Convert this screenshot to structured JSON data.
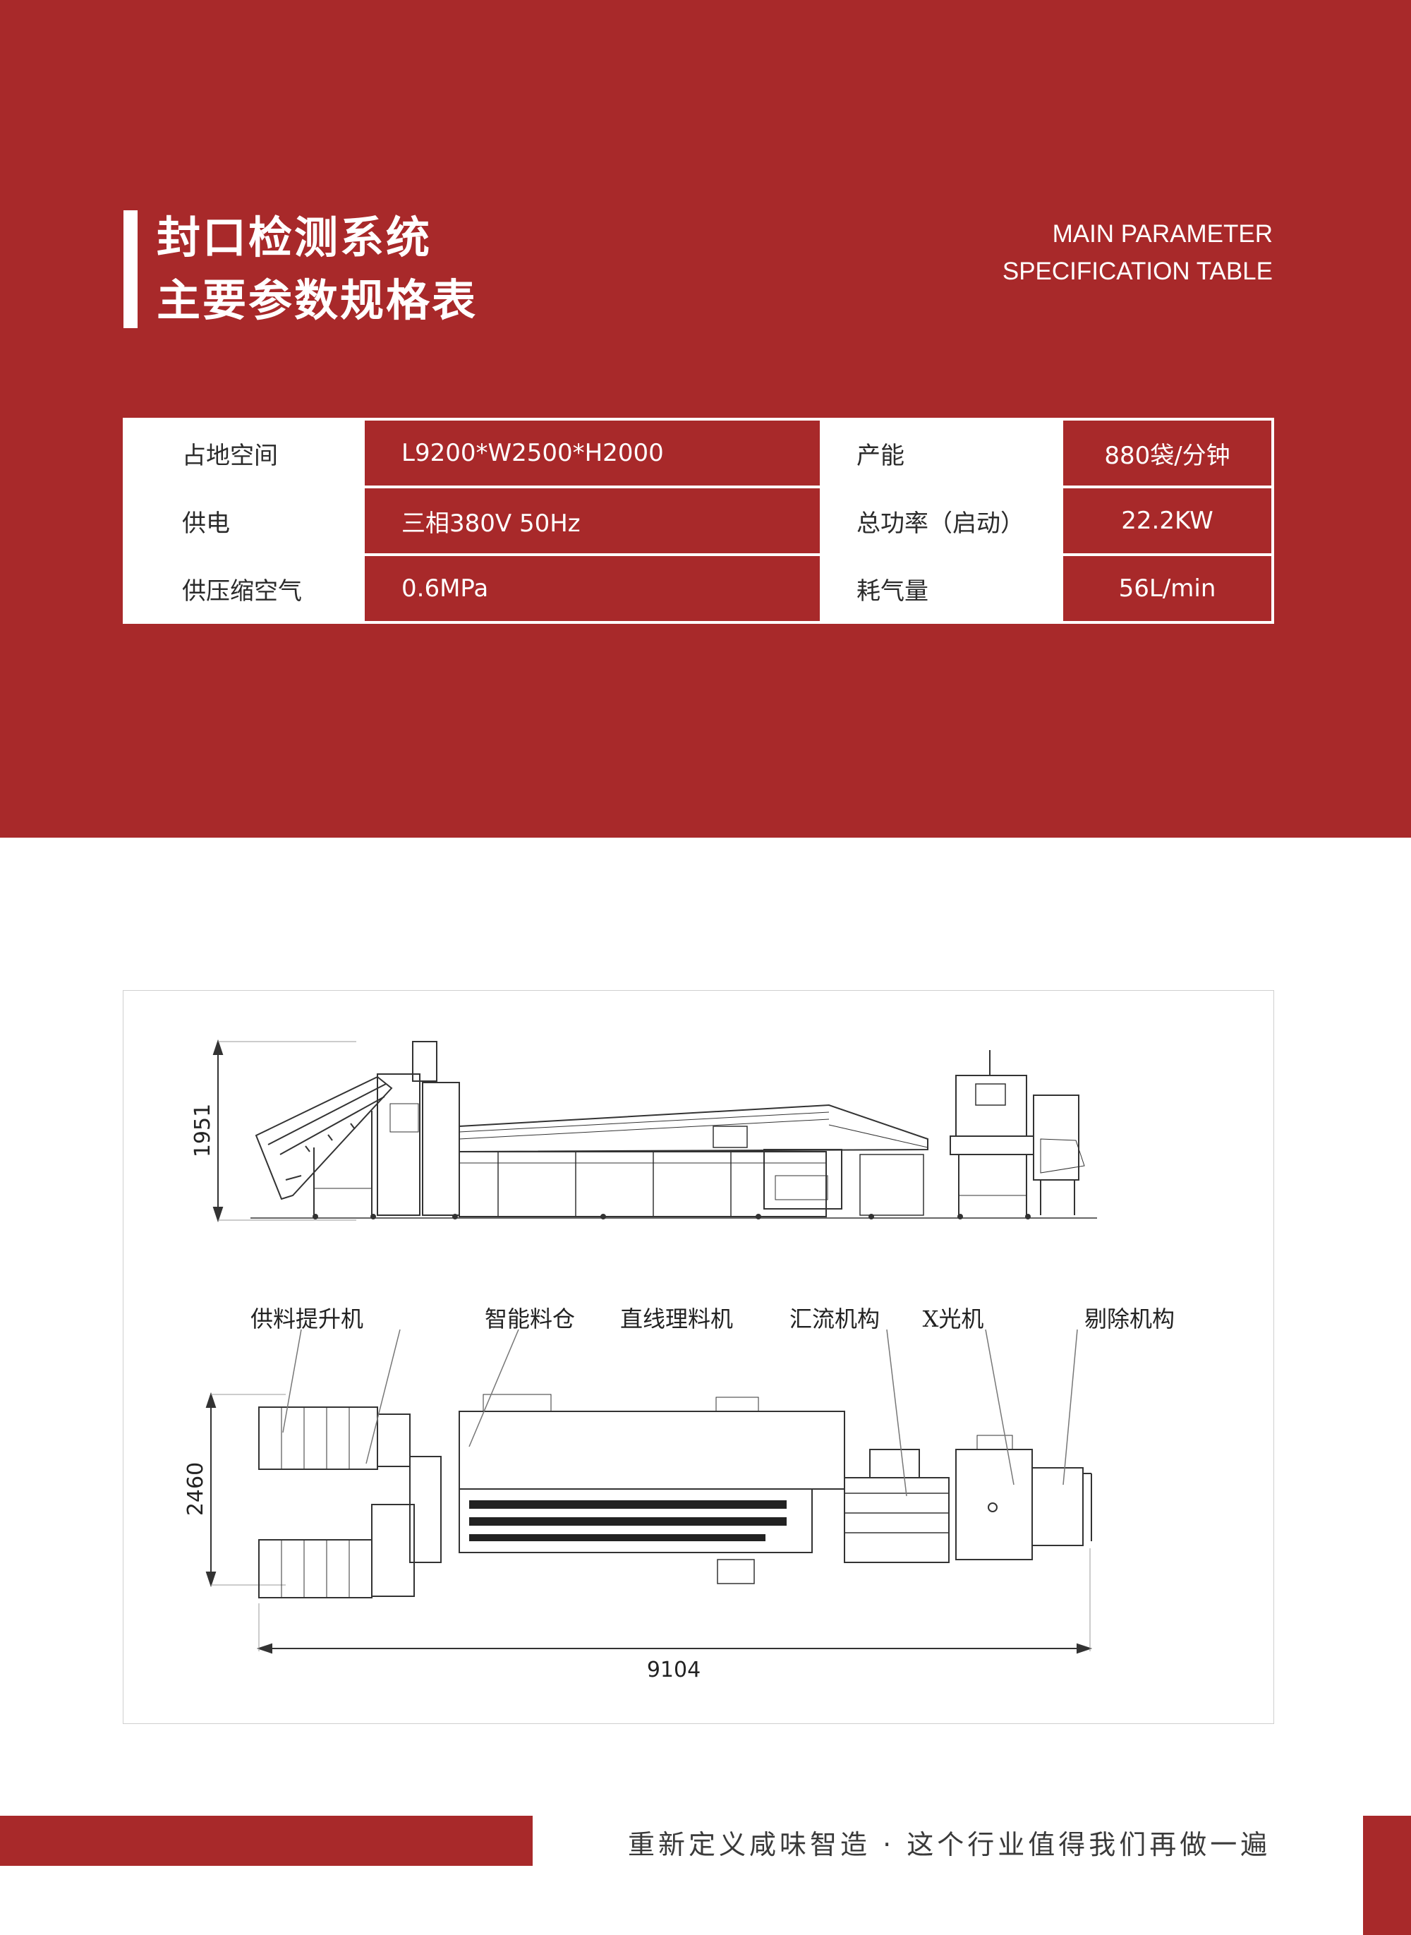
{
  "header": {
    "title_zh_line1": "封口检测系统",
    "title_zh_line2": "主要参数规格表",
    "title_en_line1": "MAIN PARAMETER",
    "title_en_line2": "SPECIFICATION TABLE"
  },
  "spec_table": {
    "rows": [
      [
        "占地空间",
        "L9200*W2500*H2000",
        "产能",
        "880袋/分钟"
      ],
      [
        "供电",
        "三相380V 50Hz",
        "总功率（启动）",
        "22.2KW"
      ],
      [
        "供压缩空气",
        "0.6MPa",
        "耗气量",
        "56L/min"
      ]
    ]
  },
  "drawing": {
    "dim_height": "1951",
    "dim_width_plan": "2460",
    "dim_length": "9104",
    "labels": [
      "供料提升机",
      "智能料仓",
      "直线理料机",
      "汇流机构",
      "X光机",
      "剔除机构"
    ]
  },
  "footer": {
    "slogan": "重新定义咸味智造 · 这个行业值得我们再做一遍"
  },
  "colors": {
    "brand_red": "#a8292a",
    "background": "#ffffff"
  }
}
